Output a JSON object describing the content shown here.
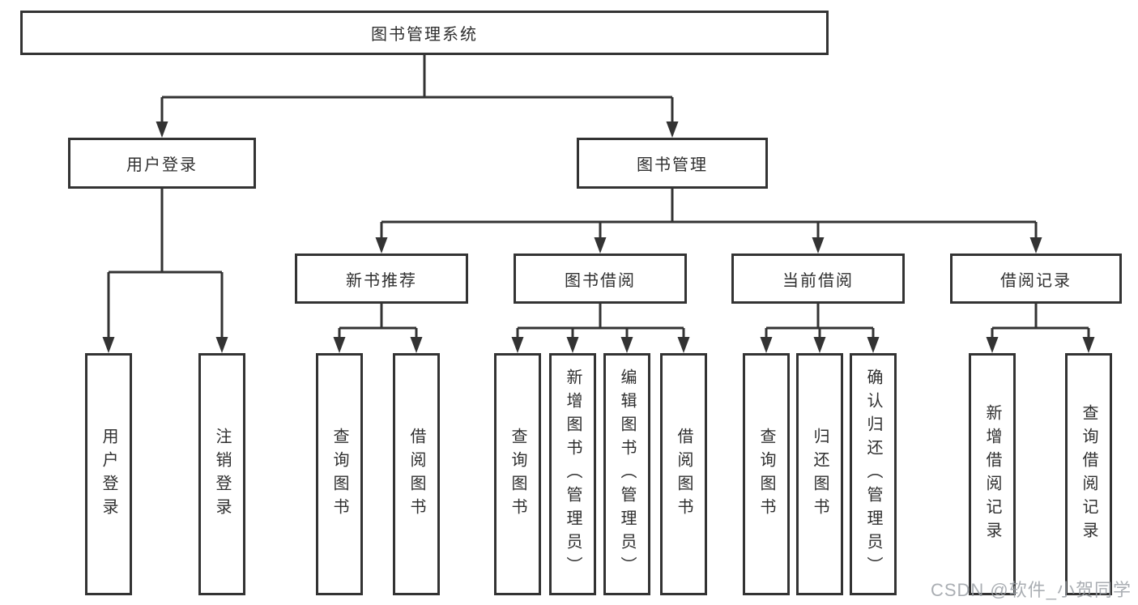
{
  "diagram": {
    "root": {
      "label": "图书管理系统"
    },
    "branches": [
      {
        "label": "用户登录",
        "children": [
          "用户登录",
          "注销登录"
        ]
      },
      {
        "label": "图书管理",
        "children": [
          {
            "label": "新书推荐",
            "children": [
              "查询图书",
              "借阅图书"
            ]
          },
          {
            "label": "图书借阅",
            "children": [
              "查询图书",
              "新增图书（管理员）",
              "编辑图书（管理员）",
              "借阅图书"
            ]
          },
          {
            "label": "当前借阅",
            "children": [
              "查询图书",
              "归还图书",
              "确认归还（管理员）"
            ]
          },
          {
            "label": "借阅记录",
            "children": [
              "新增借阅记录",
              "查询借阅记录"
            ]
          }
        ]
      }
    ]
  },
  "watermark": {
    "text": "CSDN @软件_小贺同学"
  },
  "colors": {
    "line": "#333333",
    "box_border": "#333333",
    "box_fill": "#ffffff",
    "text": "#2f2f2f",
    "watermark": "#9ba0a6"
  }
}
